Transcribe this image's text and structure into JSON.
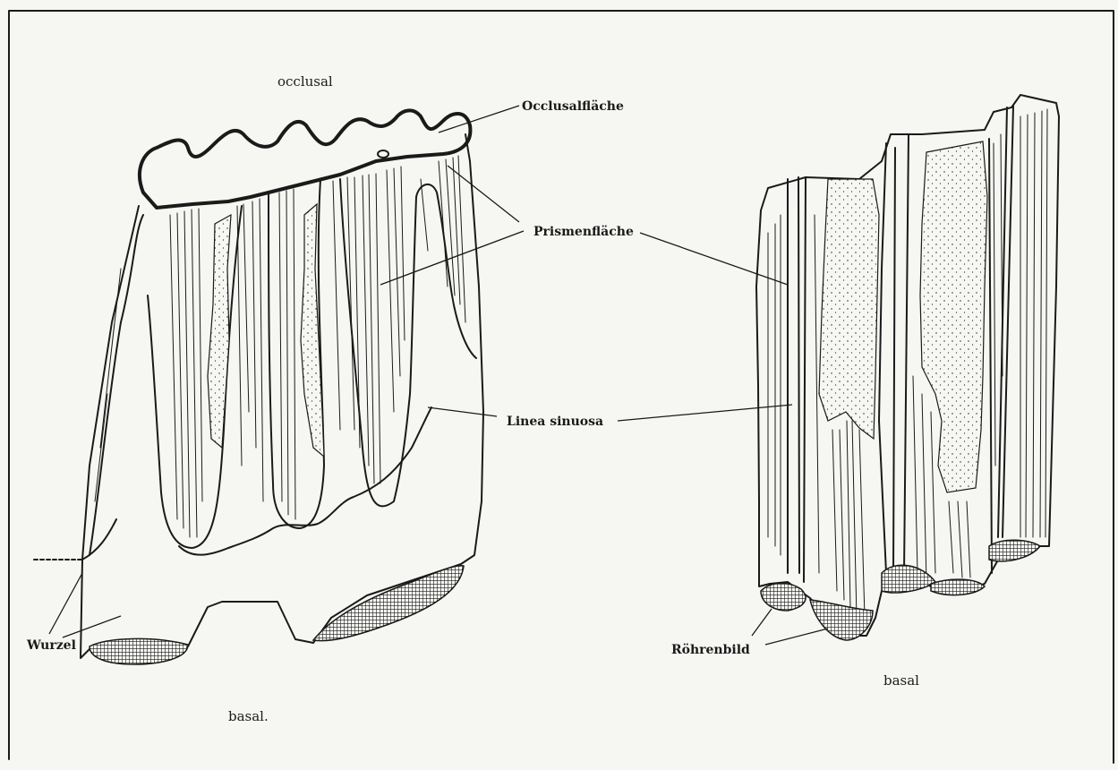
{
  "labels": {
    "occlusal": "occlusal",
    "occlusalflaeche": "Occlusalfläche",
    "prismenflaeche": "Prismenfläche",
    "linea_sinuosa": "Linea sinuosa",
    "wurzel": "Wurzel",
    "basal_left": "basal.",
    "roehrenbild": "Röhrenbild",
    "basal_right": "basal"
  },
  "colors": {
    "paper": "#f6f6f3",
    "ink": "#1a1a1a"
  }
}
